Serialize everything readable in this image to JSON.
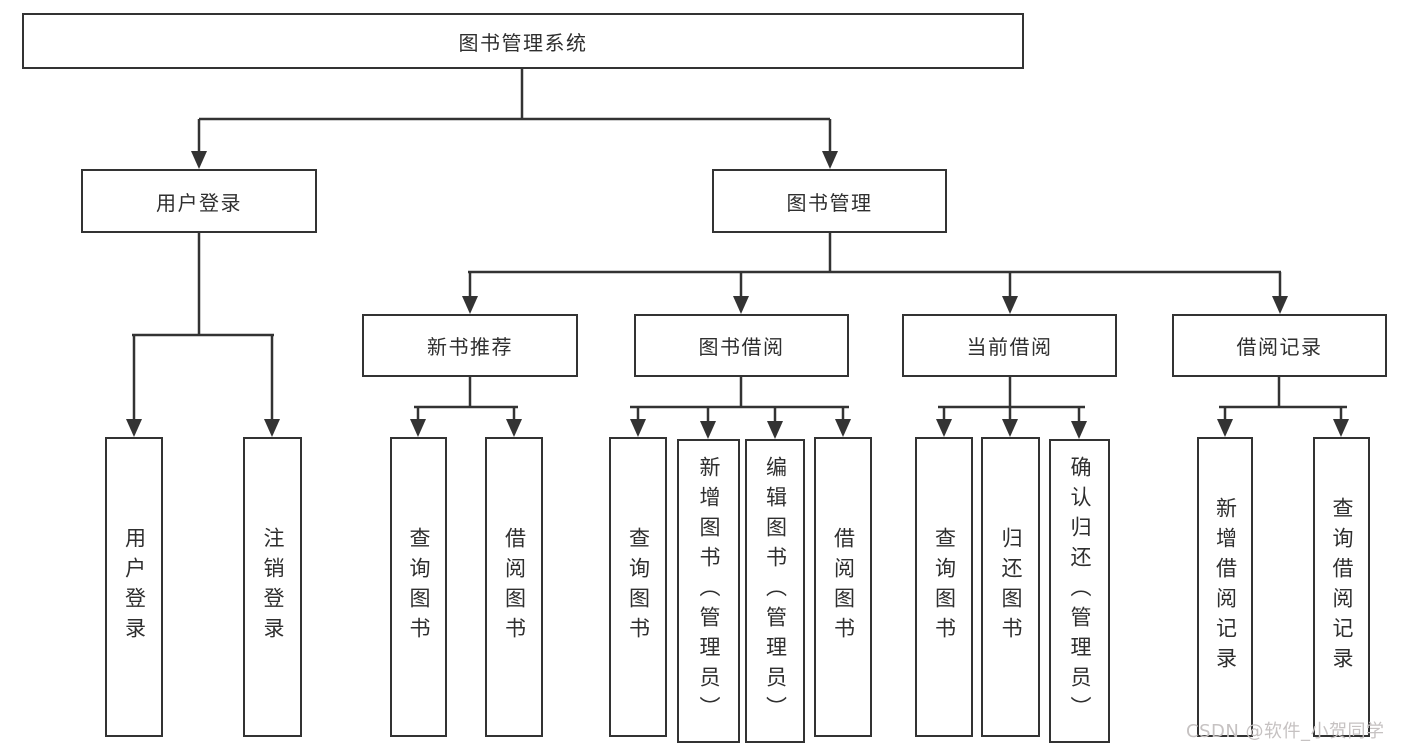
{
  "diagram": {
    "title": "图书管理系统",
    "tree": {
      "label": "图书管理系统",
      "children": [
        {
          "label": "用户登录",
          "children": [
            {
              "label": "用户登录"
            },
            {
              "label": "注销登录"
            }
          ]
        },
        {
          "label": "图书管理",
          "children": [
            {
              "label": "新书推荐",
              "children": [
                {
                  "label": "查询图书"
                },
                {
                  "label": "借阅图书"
                }
              ]
            },
            {
              "label": "图书借阅",
              "children": [
                {
                  "label": "查询图书"
                },
                {
                  "label": "新增图书（管理员）"
                },
                {
                  "label": "编辑图书（管理员）"
                },
                {
                  "label": "借阅图书"
                }
              ]
            },
            {
              "label": "当前借阅",
              "children": [
                {
                  "label": "查询图书"
                },
                {
                  "label": "归还图书"
                },
                {
                  "label": "确认归还（管理员）"
                }
              ]
            },
            {
              "label": "借阅记录",
              "children": [
                {
                  "label": "新增借阅记录"
                },
                {
                  "label": "查询借阅记录"
                }
              ]
            }
          ]
        }
      ]
    },
    "watermark": "CSDN @软件_小贺同学",
    "colors": {
      "line": "#333333",
      "text": "#2f2f2f",
      "box_background": "#ffffff",
      "page_background": "#ffffff",
      "watermark": "#c6c2c2"
    }
  }
}
